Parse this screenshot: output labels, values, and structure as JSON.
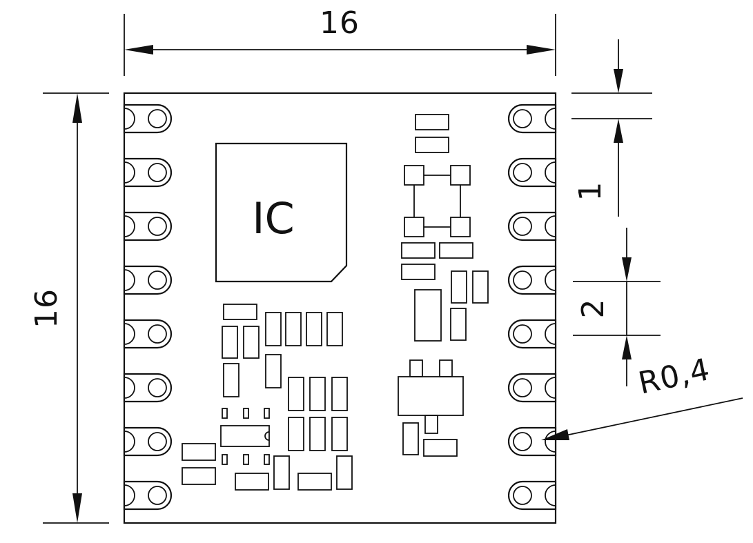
{
  "dimensions": {
    "width_label": "16",
    "height_label": "16",
    "pitch_label": "1",
    "pin_pitch_label": "2",
    "radius_label": "R0,4"
  },
  "chip_label": "IC"
}
